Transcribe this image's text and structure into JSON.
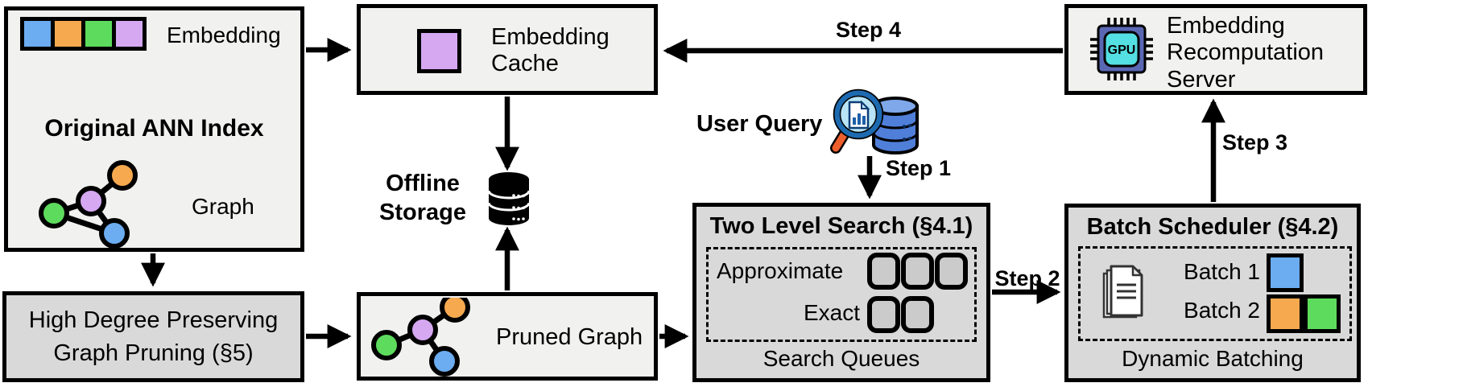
{
  "colors": {
    "embedding_blue": "#6CACF0",
    "embedding_orange": "#F6A94F",
    "embedding_green": "#5DDB5D",
    "embedding_purple": "#D5A8F1",
    "box_light": "#F1F1F0",
    "box_grey": "#D9D9D9",
    "queue_fill": "#CBCBCB",
    "gpu_chip_outer": "#5A68B4",
    "gpu_chip_inner": "#54DFE2",
    "magnifier_rim": "#1D6AB0",
    "magnifier_lens": "#B8E4F6",
    "magnifier_handle": "#EE5F2E",
    "query_db_blue": "#4F7FD9"
  },
  "original_index": {
    "title": "Original ANN Index",
    "embedding_label": "Embedding",
    "graph_label": "Graph",
    "embedding_colors": [
      "#6CACF0",
      "#F6A94F",
      "#5DDB5D",
      "#D5A8F1"
    ]
  },
  "pruning": {
    "label": "High Degree Preserving Graph Pruning (§5)"
  },
  "embedding_cache": {
    "label": "Embedding Cache"
  },
  "offline_storage": {
    "label": "Offline Storage"
  },
  "pruned_graph": {
    "label": "Pruned Graph"
  },
  "user_query": {
    "label": "User Query"
  },
  "steps": {
    "step1": "Step 1",
    "step2": "Step 2",
    "step3": "Step 3",
    "step4": "Step 4"
  },
  "two_level_search": {
    "title": "Two Level Search (§4.1)",
    "approximate_label": "Approximate",
    "exact_label": "Exact",
    "approximate_queue_count": 3,
    "exact_queue_count": 2,
    "footer": "Search Queues"
  },
  "batch_scheduler": {
    "title": "Batch Scheduler (§4.2)",
    "batch1_label": "Batch 1",
    "batch2_label": "Batch 2",
    "batch1_colors": [
      "#6CACF0"
    ],
    "batch2_colors": [
      "#F6A94F",
      "#5DDB5D"
    ],
    "footer": "Dynamic Batching"
  },
  "recomputation_server": {
    "label": "Embedding Recomputation Server",
    "gpu_text": "GPU"
  }
}
